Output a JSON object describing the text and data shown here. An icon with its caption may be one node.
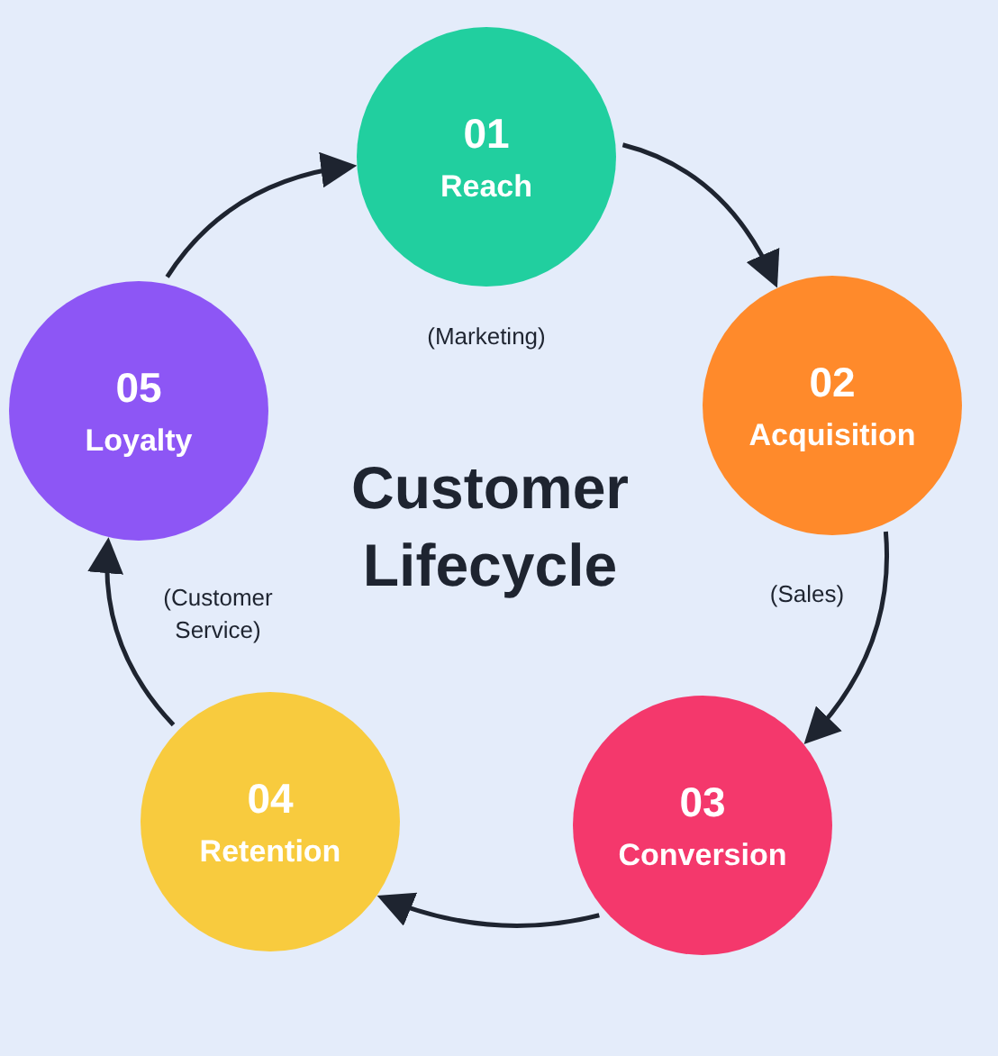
{
  "diagram": {
    "title": "Customer Lifecycle",
    "nodes": [
      {
        "text": [
          "01",
          "Reach"
        ]
      },
      {
        "text": [
          "02",
          "Acquisition"
        ]
      },
      {
        "text": [
          "03",
          "Conversion"
        ]
      },
      {
        "text": [
          "04",
          "Retention"
        ]
      },
      {
        "text": [
          "05",
          "Loyalty"
        ]
      }
    ],
    "edges": [
      {
        "from": 0,
        "to": 1,
        "arrow": "to"
      },
      {
        "from": 1,
        "to": 2,
        "arrow": "to"
      },
      {
        "from": 2,
        "to": 3,
        "arrow": "to"
      },
      {
        "from": 3,
        "to": 4,
        "arrow": "to"
      },
      {
        "from": 4,
        "to": 0,
        "arrow": "to"
      }
    ],
    "labels": [
      "(Marketing)",
      "(Sales)",
      "(Customer Service)"
    ]
  }
}
